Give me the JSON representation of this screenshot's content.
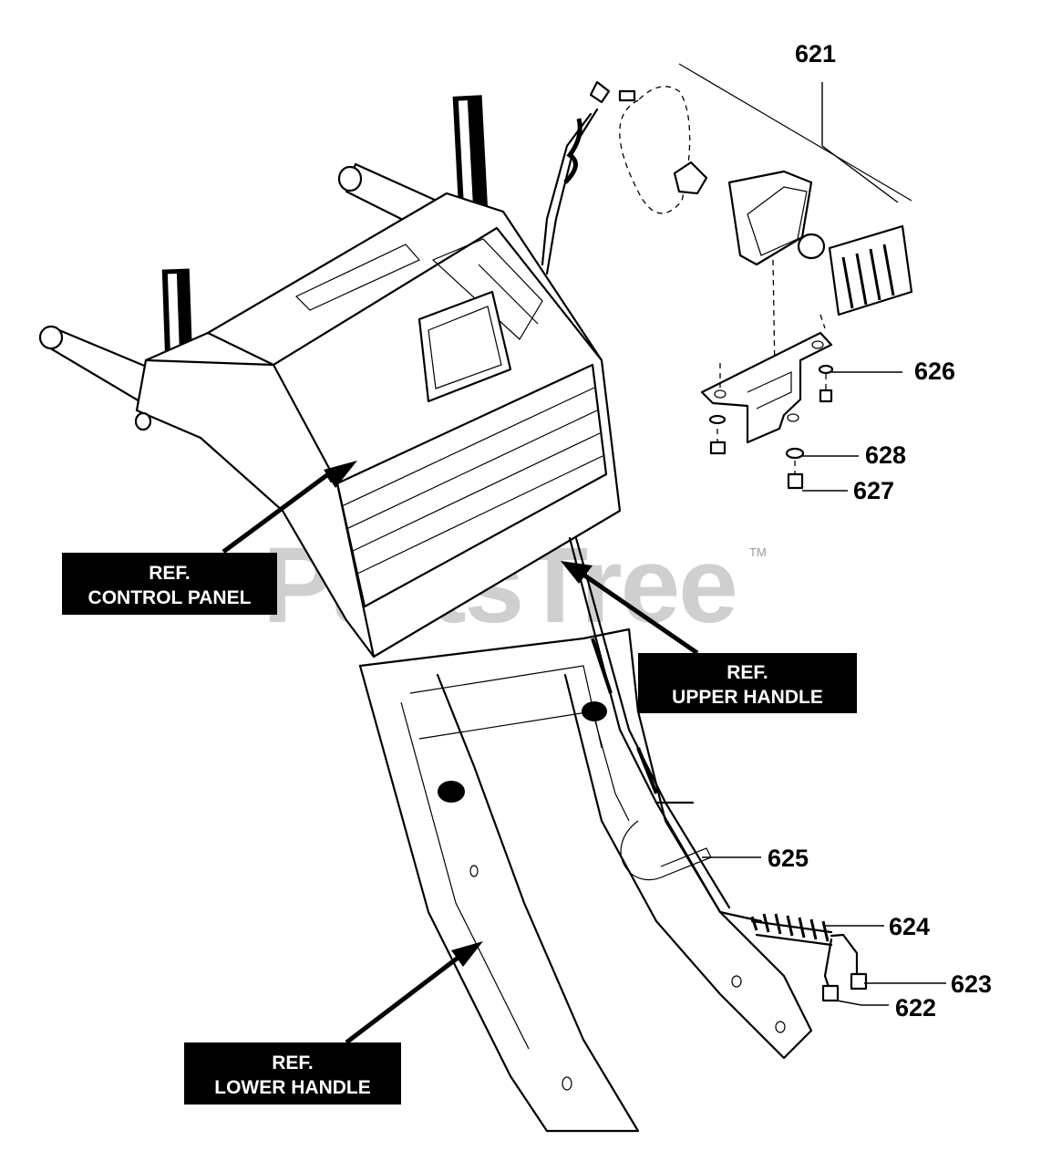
{
  "diagram": {
    "part_numbers": [
      "621",
      "626",
      "628",
      "627",
      "625",
      "624",
      "623",
      "622"
    ],
    "references": [
      {
        "line1": "REF.",
        "line2": "CONTROL PANEL"
      },
      {
        "line1": "REF.",
        "line2": "UPPER HANDLE"
      },
      {
        "line1": "REF.",
        "line2": "LOWER HANDLE"
      }
    ],
    "watermark": {
      "text": "PartsTree",
      "mark": "TM"
    }
  }
}
